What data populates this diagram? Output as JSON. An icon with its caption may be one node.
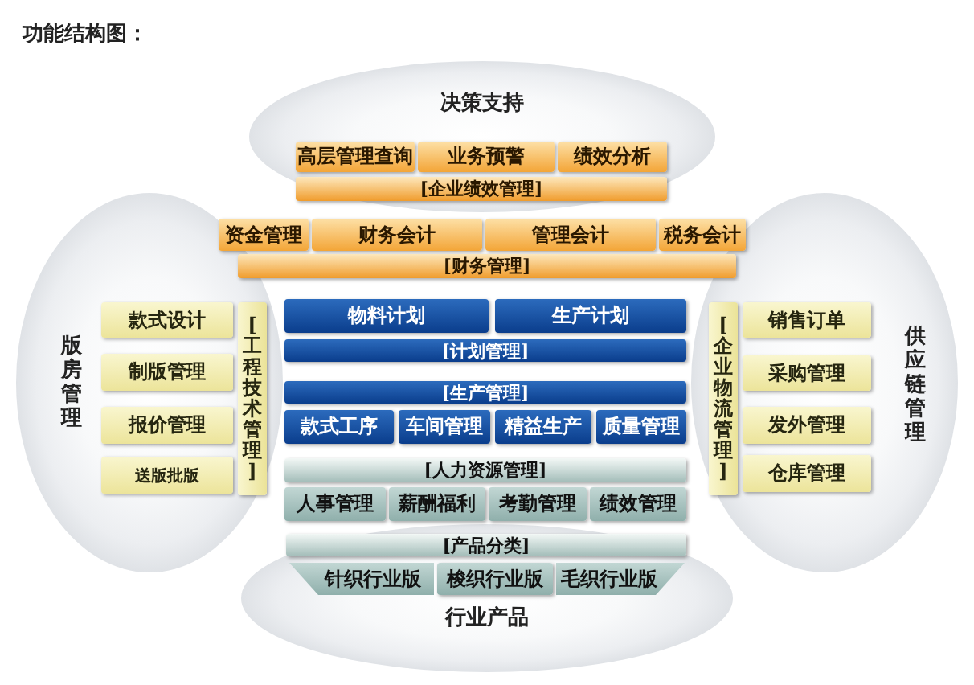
{
  "diagram": {
    "title": "功能结构图：",
    "nodes": [
      {
        "text": [
          "决策支持"
        ]
      },
      {
        "text": [
          "高层管理查询"
        ],
        "in": 0
      },
      {
        "text": [
          "业务预警"
        ],
        "in": 0
      },
      {
        "text": [
          "绩效分析"
        ],
        "in": 0
      },
      {
        "text": [
          "[企业绩效管理]"
        ],
        "in": 0
      },
      {
        "text": [
          "资金管理"
        ]
      },
      {
        "text": [
          "财务会计"
        ]
      },
      {
        "text": [
          "管理会计"
        ]
      },
      {
        "text": [
          "税务会计"
        ]
      },
      {
        "text": [
          "[财务管理]"
        ]
      },
      {
        "text": [
          "版房管理"
        ]
      },
      {
        "text": [
          "款式设计"
        ],
        "in": 10
      },
      {
        "text": [
          "制版管理"
        ],
        "in": 10
      },
      {
        "text": [
          "报价管理"
        ],
        "in": 10
      },
      {
        "text": [
          "送版批版"
        ],
        "in": 10
      },
      {
        "text": [
          "[工程技术管理]"
        ],
        "in": 10
      },
      {
        "text": [
          "物料计划"
        ]
      },
      {
        "text": [
          "生产计划"
        ]
      },
      {
        "text": [
          "[计划管理]"
        ]
      },
      {
        "text": [
          "[生产管理]"
        ]
      },
      {
        "text": [
          "款式工序"
        ]
      },
      {
        "text": [
          "车间管理"
        ]
      },
      {
        "text": [
          "精益生产"
        ]
      },
      {
        "text": [
          "质量管理"
        ]
      },
      {
        "text": [
          "[人力资源管理]"
        ]
      },
      {
        "text": [
          "人事管理"
        ]
      },
      {
        "text": [
          "薪酬福利"
        ]
      },
      {
        "text": [
          "考勤管理"
        ]
      },
      {
        "text": [
          "绩效管理"
        ]
      },
      {
        "text": [
          "行业产品"
        ]
      },
      {
        "text": [
          "[产品分类]"
        ],
        "in": 29
      },
      {
        "text": [
          "针织行业版"
        ],
        "in": 29
      },
      {
        "text": [
          "梭织行业版"
        ],
        "in": 29
      },
      {
        "text": [
          "毛织行业版"
        ],
        "in": 29
      },
      {
        "text": [
          "供应链管理"
        ]
      },
      {
        "text": [
          "[企业物流管理]"
        ],
        "in": 34
      },
      {
        "text": [
          "销售订单"
        ],
        "in": 34
      },
      {
        "text": [
          "采购管理"
        ],
        "in": 34
      },
      {
        "text": [
          "发外管理"
        ],
        "in": 34
      },
      {
        "text": [
          "仓库管理"
        ],
        "in": 34
      }
    ]
  }
}
